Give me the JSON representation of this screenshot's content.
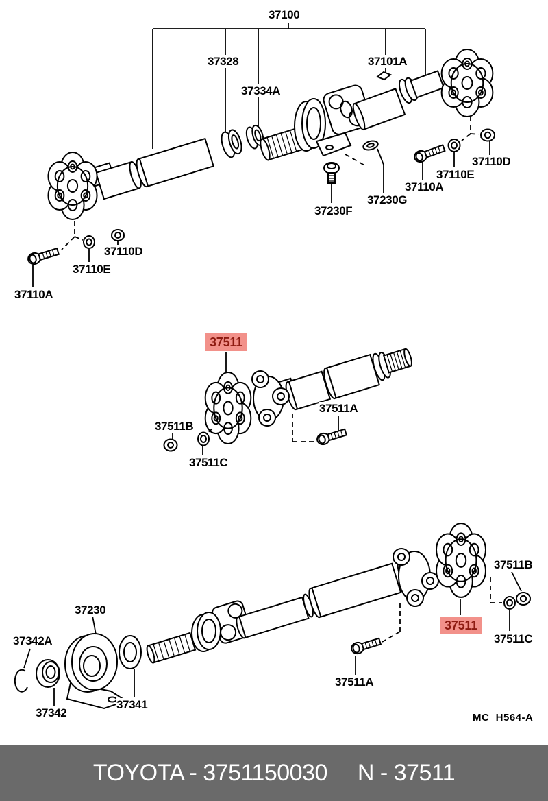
{
  "parts_catalog": {
    "labels": {
      "p37100": "37100",
      "p37101a": "37101A",
      "p37328": "37328",
      "p37334a": "37334A",
      "p37110a": "37110A",
      "p37110d": "37110D",
      "p37110e": "37110E",
      "p37230f": "37230F",
      "p37230g": "37230G",
      "p37511": "37511",
      "p37511a": "37511A",
      "p37511b": "37511B",
      "p37511c": "37511C",
      "p37230": "37230",
      "p37341": "37341",
      "p37342": "37342",
      "p37342a": "37342A"
    },
    "highlighted_part": "37511",
    "plate_code": "MC  H564-A",
    "footer": {
      "catalog_text": "TOYOTA - 3751150030",
      "part_text": "N - 37511"
    },
    "colors": {
      "highlight_bg": "#f2918a",
      "highlight_text": "#8e1b11",
      "footer_bg": "#6a6a6a",
      "footer_text": "#ffffff",
      "line": "#000000",
      "background": "#ffffff"
    }
  }
}
